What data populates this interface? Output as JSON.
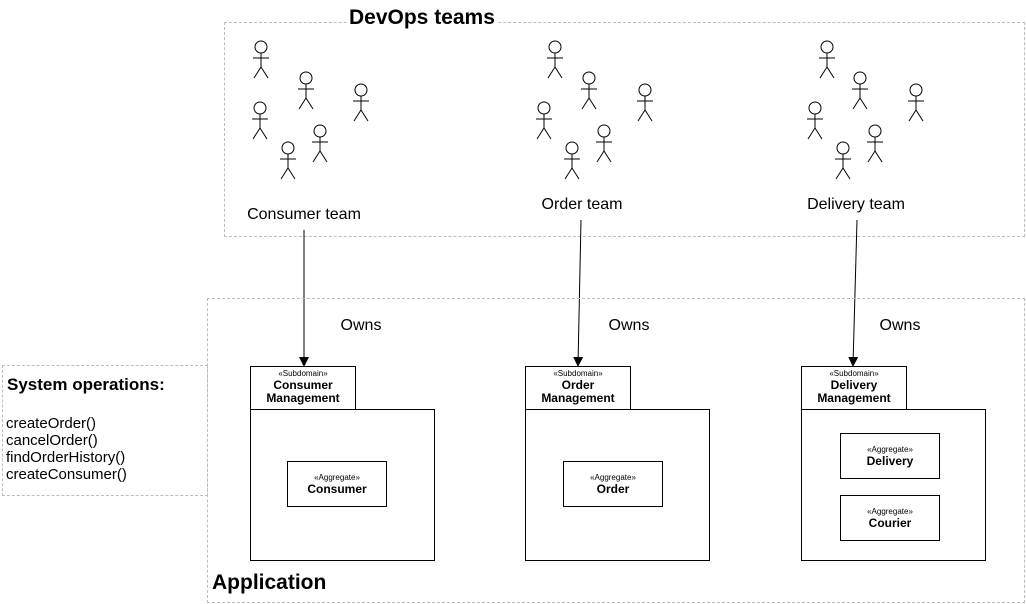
{
  "devops": {
    "title": "DevOps teams"
  },
  "teams": [
    {
      "label": "Consumer team"
    },
    {
      "label": "Order team"
    },
    {
      "label": "Delivery team"
    }
  ],
  "owns_label": "Owns",
  "owns": [
    "Owns",
    "Owns",
    "Owns"
  ],
  "application": {
    "title": "Application"
  },
  "subdomain_stereotype": "«Subdomain»",
  "aggregate_stereotype": "«Aggregate»",
  "subdomains": [
    {
      "name": "Consumer\nManagement",
      "aggregates": [
        "Consumer"
      ]
    },
    {
      "name": "Order\nManagement",
      "aggregates": [
        "Order"
      ]
    },
    {
      "name": "Delivery\nManagement",
      "aggregates": [
        "Delivery",
        "Courier"
      ]
    }
  ],
  "system_operations": {
    "title": "System operations:",
    "ops": [
      "createOrder()",
      "cancelOrder()",
      "findOrderHistory()",
      "createConsumer()"
    ]
  }
}
